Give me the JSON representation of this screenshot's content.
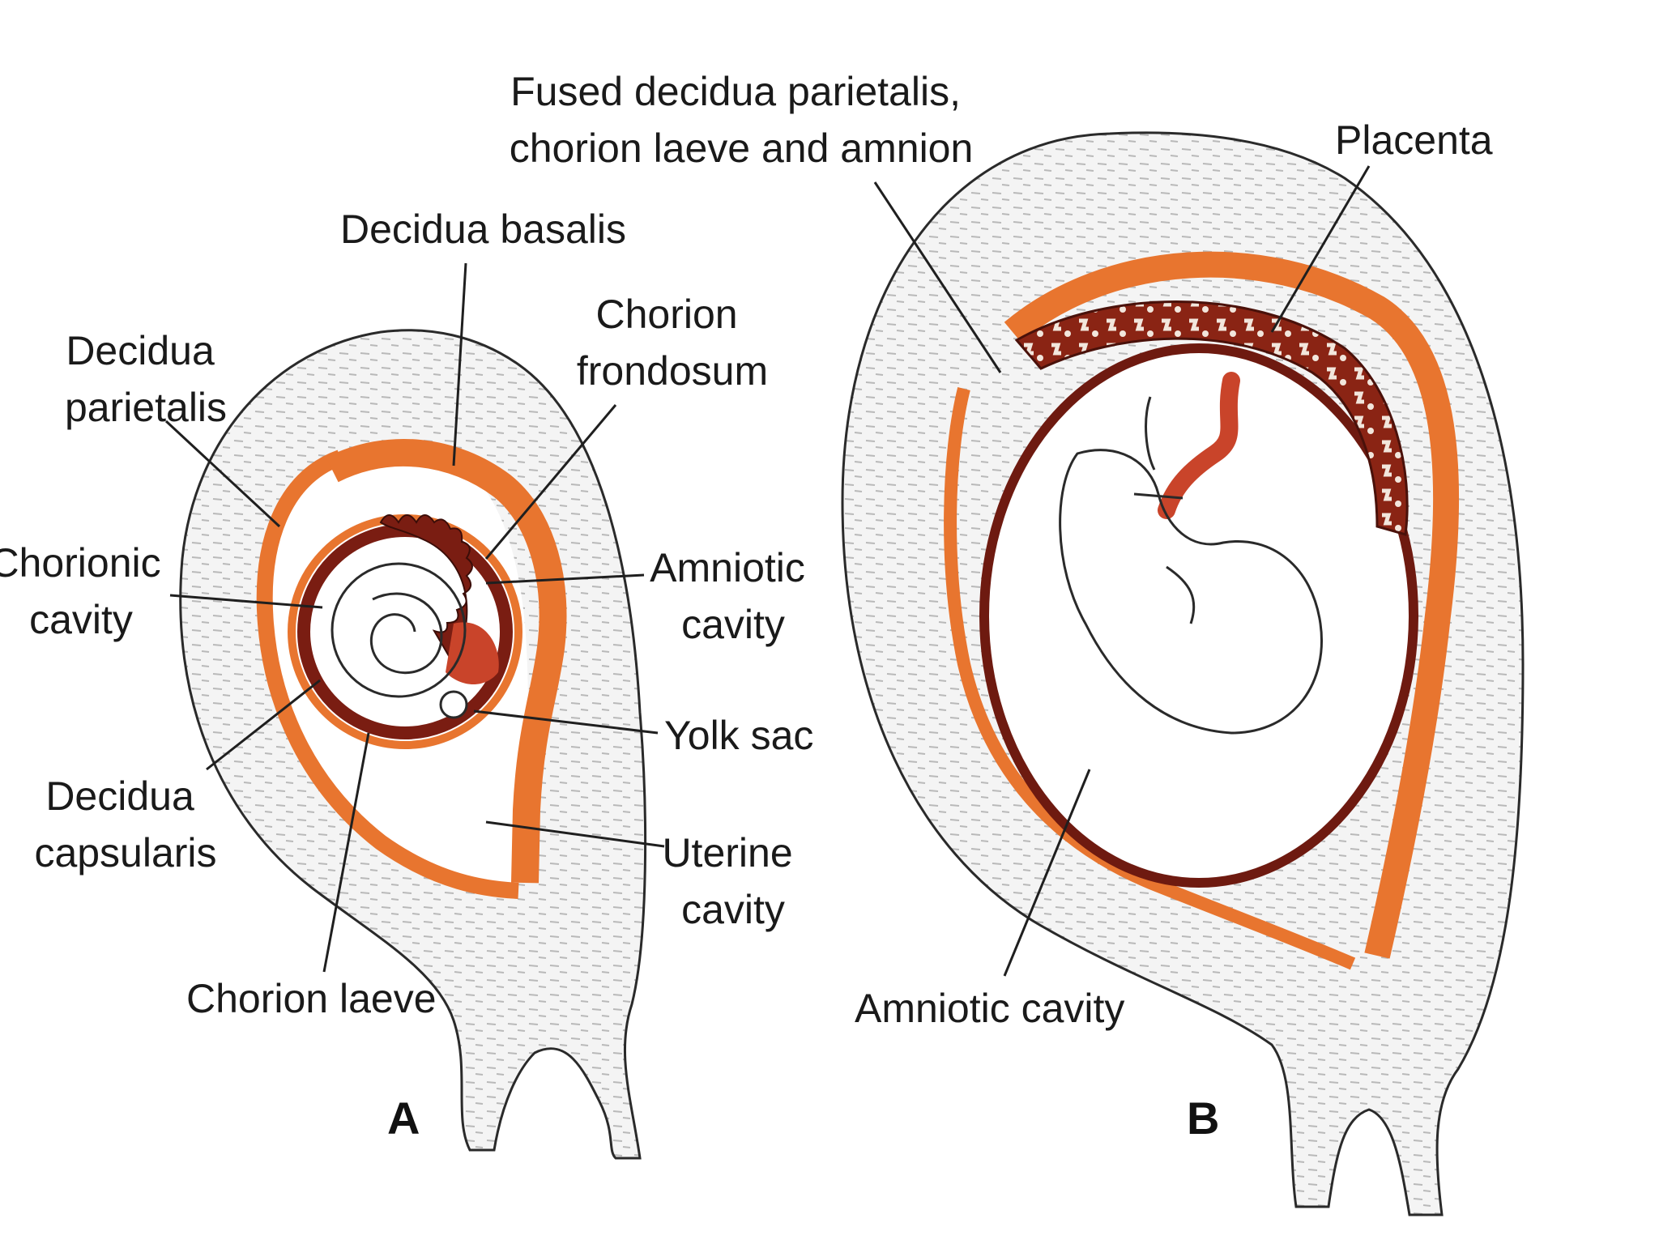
{
  "panels": {
    "a": {
      "letter": "A",
      "labels": {
        "decidua_basalis": "Decidua basalis",
        "chorion_frondosum": [
          "Chorion",
          "frondosum"
        ],
        "decidua_parietalis": [
          "Decidua",
          "parietalis"
        ],
        "chorionic_cavity": [
          "Chorionic",
          "cavity"
        ],
        "amniotic_cavity": [
          "Amniotic",
          "cavity"
        ],
        "yolk_sac": "Yolk sac",
        "decidua_capsularis": [
          "Decidua",
          "capsularis"
        ],
        "uterine_cavity": [
          "Uterine",
          "cavity"
        ],
        "chorion_laeve": "Chorion laeve"
      }
    },
    "b": {
      "letter": "B",
      "labels": {
        "fused_membranes": [
          "Fused decidua parietalis,",
          "chorion laeve and amnion"
        ],
        "placenta": "Placenta",
        "amniotic_cavity": "Amniotic cavity"
      }
    }
  },
  "colors": {
    "decidua_orange": "#e8752f",
    "chorion_dark_red": "#7a1d12",
    "villi_red": "#b6361f",
    "uterine_wall_gray": "#f3f3f3",
    "outline": "#2a2a2a"
  }
}
